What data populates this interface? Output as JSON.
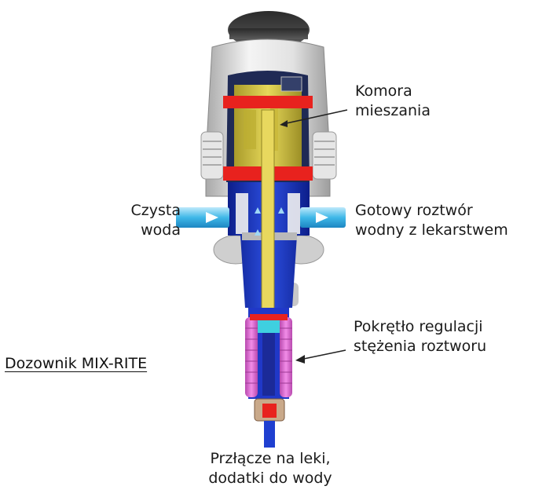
{
  "title": "Dozownik MIX-RITE",
  "labels": {
    "mixing_chamber": [
      "Komora",
      "mieszania"
    ],
    "clean_water": [
      "Czysta",
      "woda"
    ],
    "ready_solution": [
      "Gotowy roztwór",
      "wodny z lekarstwem"
    ],
    "knob": [
      "Pokrętło regulacji",
      "stężenia roztworu"
    ],
    "connector": [
      "Przłącze na leki,",
      "dodatki do wody"
    ]
  },
  "colors": {
    "body_grey": "#d9d9d9",
    "cap_dark": "#3a3a3a",
    "chamber_yellow": "#d8c94a",
    "seal_red": "#e8221e",
    "water_blue": "#1f3fd0",
    "flow_cyan": "#3fb8e8",
    "knob_pink": "#e36fd8",
    "arrow": "#222222"
  }
}
